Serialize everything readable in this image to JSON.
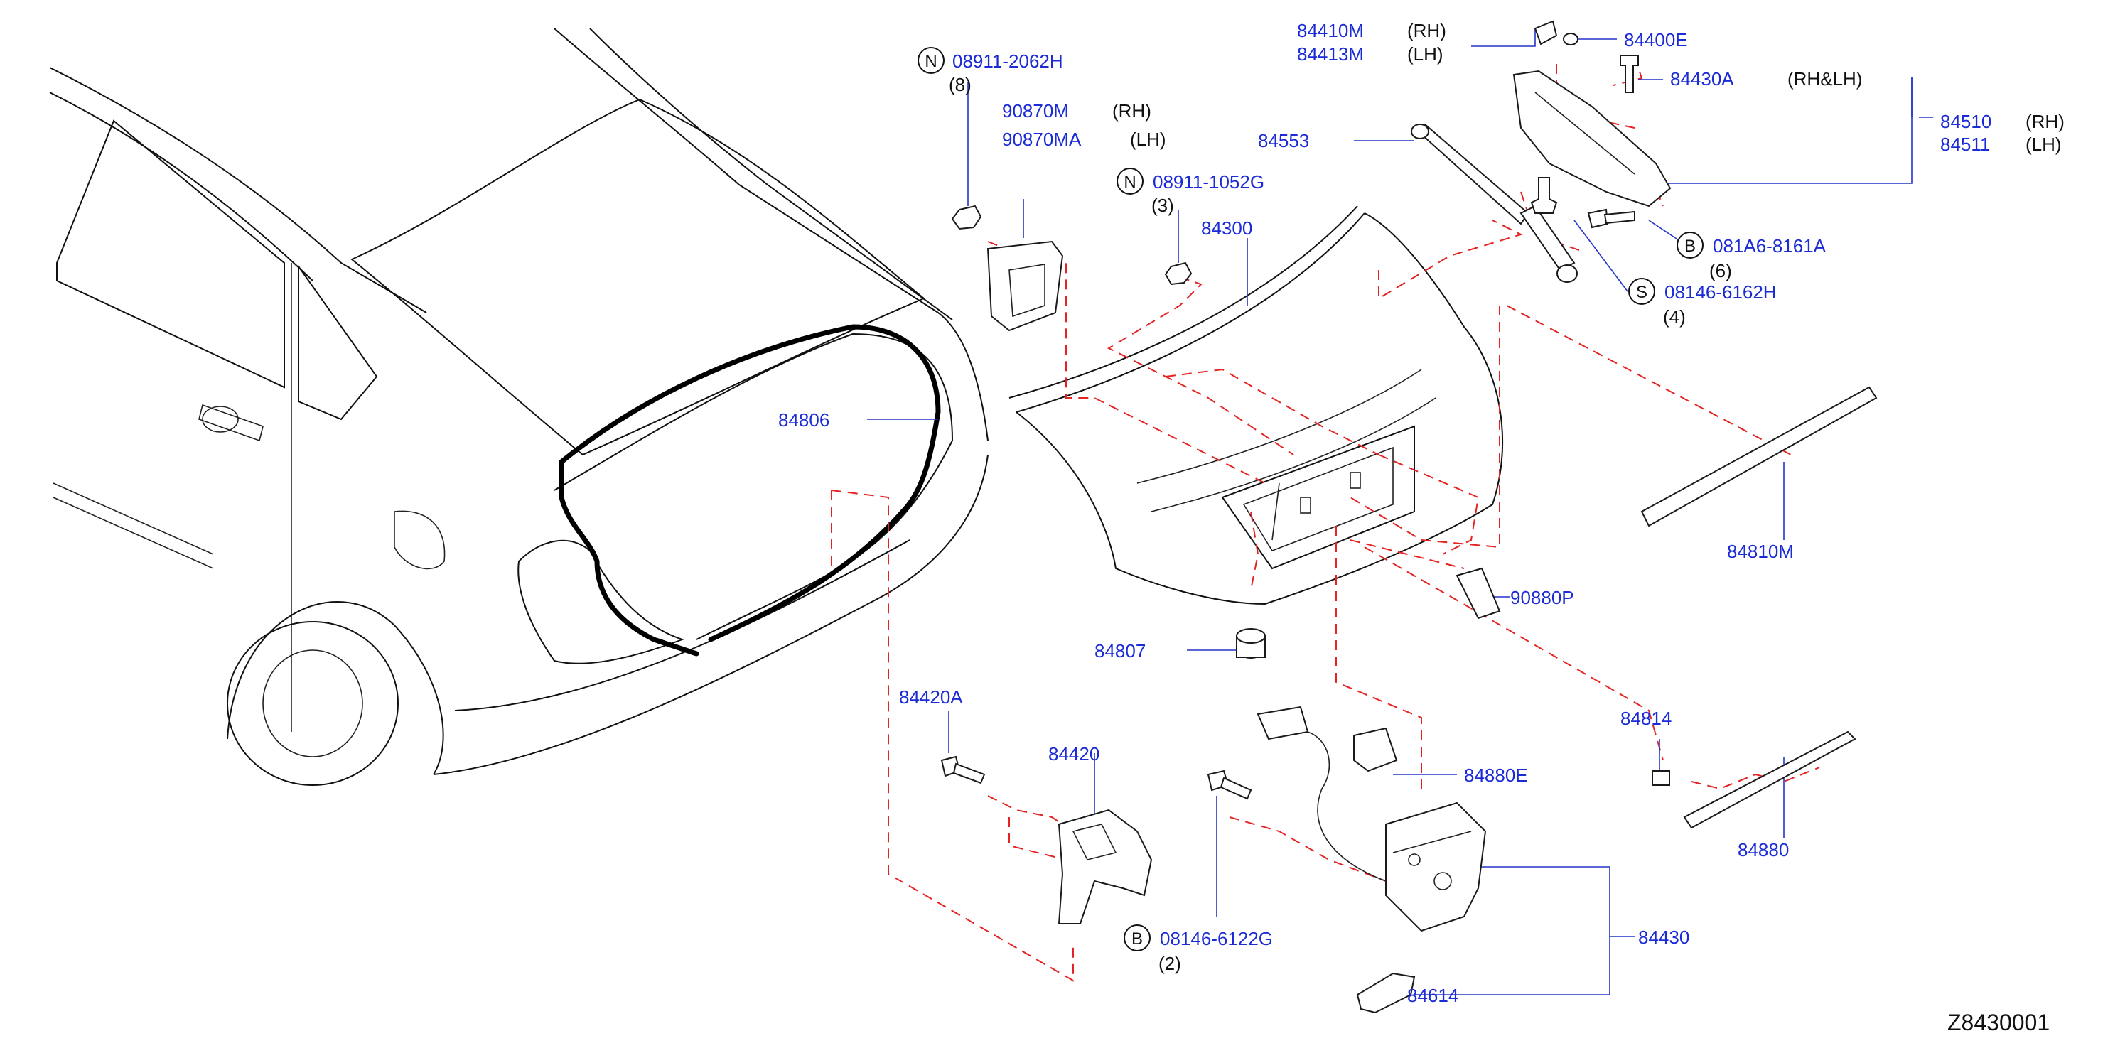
{
  "drawing_code": "Z8430001",
  "callouts": [
    {
      "id": "c-08911-2062h",
      "number": "08911-2062H",
      "badge": "N",
      "qty": "(8)"
    },
    {
      "id": "c-90870m",
      "number": "90870M",
      "side": "(RH)"
    },
    {
      "id": "c-90870ma",
      "number": "90870MA",
      "side": "(LH)"
    },
    {
      "id": "c-08911-1052g",
      "number": "08911-1052G",
      "badge": "N",
      "qty": "(3)"
    },
    {
      "id": "c-84300",
      "number": "84300"
    },
    {
      "id": "c-84410m",
      "number": "84410M",
      "side": "(RH)"
    },
    {
      "id": "c-84413m",
      "number": "84413M",
      "side": "(LH)"
    },
    {
      "id": "c-84400e",
      "number": "84400E"
    },
    {
      "id": "c-84430a",
      "number": "84430A",
      "side": "(RH&LH)"
    },
    {
      "id": "c-84510",
      "number": "84510",
      "side": "(RH)"
    },
    {
      "id": "c-84511",
      "number": "84511",
      "side": "(LH)"
    },
    {
      "id": "c-84553",
      "number": "84553"
    },
    {
      "id": "c-081a6-8161a",
      "number": "081A6-8161A",
      "badge": "B",
      "qty": "(6)"
    },
    {
      "id": "c-08146-6162h",
      "number": "08146-6162H",
      "badge": "S",
      "qty": "(4)"
    },
    {
      "id": "c-84806",
      "number": "84806"
    },
    {
      "id": "c-84810m",
      "number": "84810M"
    },
    {
      "id": "c-90880p",
      "number": "90880P"
    },
    {
      "id": "c-84807",
      "number": "84807"
    },
    {
      "id": "c-84420a",
      "number": "84420A"
    },
    {
      "id": "c-84420",
      "number": "84420"
    },
    {
      "id": "c-84814",
      "number": "84814"
    },
    {
      "id": "c-84880e",
      "number": "84880E"
    },
    {
      "id": "c-84880",
      "number": "84880"
    },
    {
      "id": "c-84430",
      "number": "84430"
    },
    {
      "id": "c-84614",
      "number": "84614"
    },
    {
      "id": "c-08146-6122g",
      "number": "08146-6122G",
      "badge": "B",
      "qty": "(2)"
    }
  ],
  "colors": {
    "part_number": "#1b2bd6",
    "text": "#111111",
    "assembly_line": "#e52323",
    "weatherstrip": "#000000",
    "background": "#ffffff"
  }
}
